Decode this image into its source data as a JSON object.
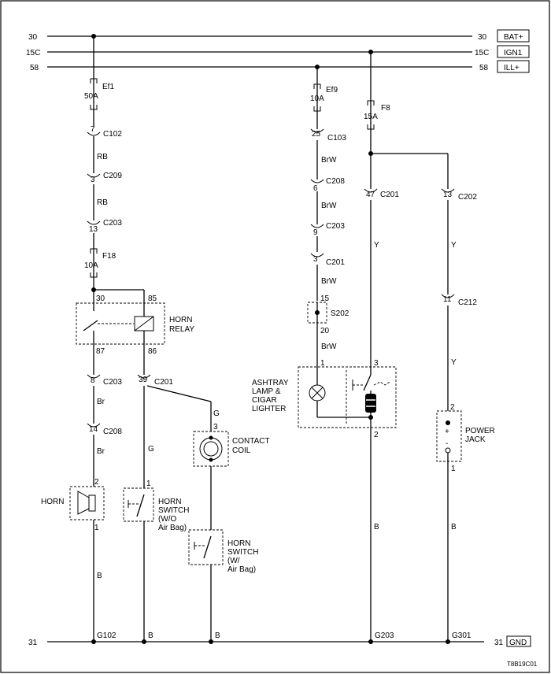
{
  "bus": {
    "bat_left": "30",
    "bat_right": "30",
    "bat_tag": "BAT+",
    "ign_left": "15C",
    "ign_right": "15C",
    "ign_tag": "IGN1",
    "ill_left": "58",
    "ill_right": "58",
    "ill_tag": "ILL+",
    "gnd_left": "31",
    "gnd_right": "31",
    "gnd_tag": "GND"
  },
  "horn_circuit": {
    "fuse1_name": "Ef1",
    "fuse1_rating": "50A",
    "c102_pin": "7",
    "c102": "C102",
    "wire_rb1": "RB",
    "c209_pin": "3",
    "c209": "C209",
    "wire_rb2": "RB",
    "c203a_pin": "13",
    "c203a": "C203",
    "fuse2_name": "F18",
    "fuse2_rating": "10A",
    "relay_pin30": "30",
    "relay_pin85": "85",
    "relay_pin87": "87",
    "relay_pin86": "86",
    "relay_label_1": "HORN",
    "relay_label_2": "RELAY",
    "c203b_pin": "8",
    "c203b": "C203",
    "wire_br1": "Br",
    "c208_pin": "14",
    "c208": "C208",
    "wire_br2": "Br",
    "horn_pin2": "2",
    "horn_pin1": "1",
    "horn_label": "HORN",
    "wire_b": "B",
    "ground_g102": "G102"
  },
  "switch_circuit": {
    "c201_pin": "39",
    "c201": "C201",
    "wire_g_left": "G",
    "switch1_pin": "1",
    "switch1_l1": "HORN",
    "switch1_l2": "SWITCH",
    "switch1_l3": "(W/O",
    "switch1_l4": "Air Bag)",
    "wire_g_right": "G",
    "coil_pin": "3",
    "coil_l1": "CONTACT",
    "coil_l2": "COIL",
    "switch2_l1": "HORN",
    "switch2_l2": "SWITCH",
    "switch2_l3": "(W/",
    "switch2_l4": "Air Bag)",
    "b_left": "B",
    "b_right": "B"
  },
  "lighter_circuit": {
    "fuse_name": "Ef9",
    "fuse_rating": "10A",
    "c103_pin": "25",
    "c103": "C103",
    "wire1": "BrW",
    "c208_pin": "6",
    "c208": "C208",
    "wire2": "BrW",
    "c203_pin": "9",
    "c203": "C203",
    "c201_pin": "3",
    "c201": "C201",
    "wire3": "BrW",
    "s202_pin_top": "15",
    "s202": "S202",
    "s202_pin_bottom": "20",
    "wire4": "BrW",
    "lamp_pin": "1",
    "lighter_pin_top": "3",
    "lighter_pin_bottom": "2",
    "label_l1": "ASHTRAY",
    "label_l2": "LAMP &",
    "label_l3": "CIGAR",
    "label_l4": "LIGHTER",
    "f8_name": "F8",
    "f8_rating": "15A",
    "c201b_pin": "47",
    "c201b": "C201",
    "wire_y1": "Y",
    "wire_b": "B",
    "ground_g203": "G203"
  },
  "jack_circuit": {
    "c202_pin": "13",
    "c202": "C202",
    "wire_y1": "Y",
    "c212_pin": "11",
    "c212": "C212",
    "wire_y2": "Y",
    "jack_pin2": "2",
    "jack_plus": "+",
    "jack_minus": "-",
    "jack_pin1": "1",
    "label_l1": "POWER",
    "label_l2": "JACK",
    "wire_b": "B",
    "ground_g301": "G301"
  },
  "figure_code": "T8B19C01"
}
